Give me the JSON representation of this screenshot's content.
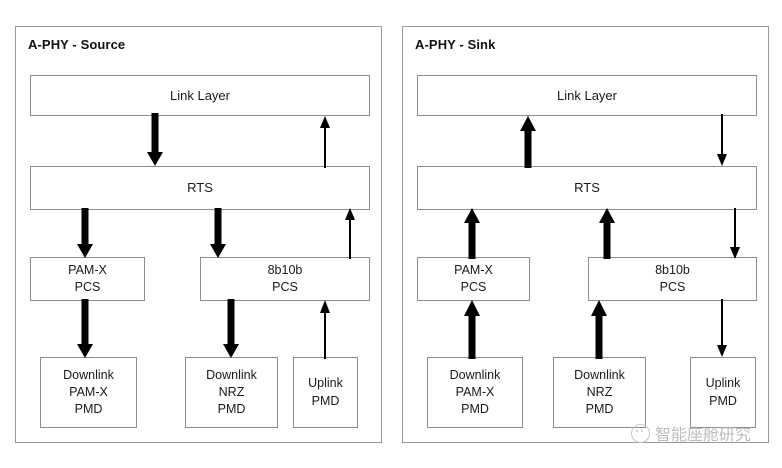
{
  "figure": {
    "title": "A-PHY Source and Sink layer stack diagram"
  },
  "panels": [
    {
      "id": "source",
      "title": "A-PHY - Source",
      "nodes": {
        "link_layer": "Link Layer",
        "rts": "RTS",
        "pcs_left_line1": "PAM-X",
        "pcs_left_line2": "PCS",
        "pcs_right_line1": "8b10b",
        "pcs_right_line2": "PCS",
        "pmd_left_line1": "Downlink",
        "pmd_left_line2": "PAM-X",
        "pmd_left_line3": "PMD",
        "pmd_mid_line1": "Downlink",
        "pmd_mid_line2": "NRZ",
        "pmd_mid_line3": "PMD",
        "pmd_right_line1": "Uplink",
        "pmd_right_line2": "PMD"
      }
    },
    {
      "id": "sink",
      "title": "A-PHY - Sink",
      "nodes": {
        "link_layer": "Link Layer",
        "rts": "RTS",
        "pcs_left_line1": "PAM-X",
        "pcs_left_line2": "PCS",
        "pcs_right_line1": "8b10b",
        "pcs_right_line2": "PCS",
        "pmd_left_line1": "Downlink",
        "pmd_left_line2": "PAM-X",
        "pmd_left_line3": "PMD",
        "pmd_mid_line1": "Downlink",
        "pmd_mid_line2": "NRZ",
        "pmd_mid_line3": "PMD",
        "pmd_right_line1": "Uplink",
        "pmd_right_line2": "PMD"
      }
    }
  ],
  "watermark": {
    "text": "智能座舱研究",
    "logo": "wechat-logo-icon"
  },
  "colors": {
    "panel_border": "#9a9a9a",
    "node_border": "#8d8d8d",
    "text": "#1a1a1a",
    "arrow": "#000000",
    "watermark": "#b9b9b9",
    "background": "#ffffff"
  }
}
